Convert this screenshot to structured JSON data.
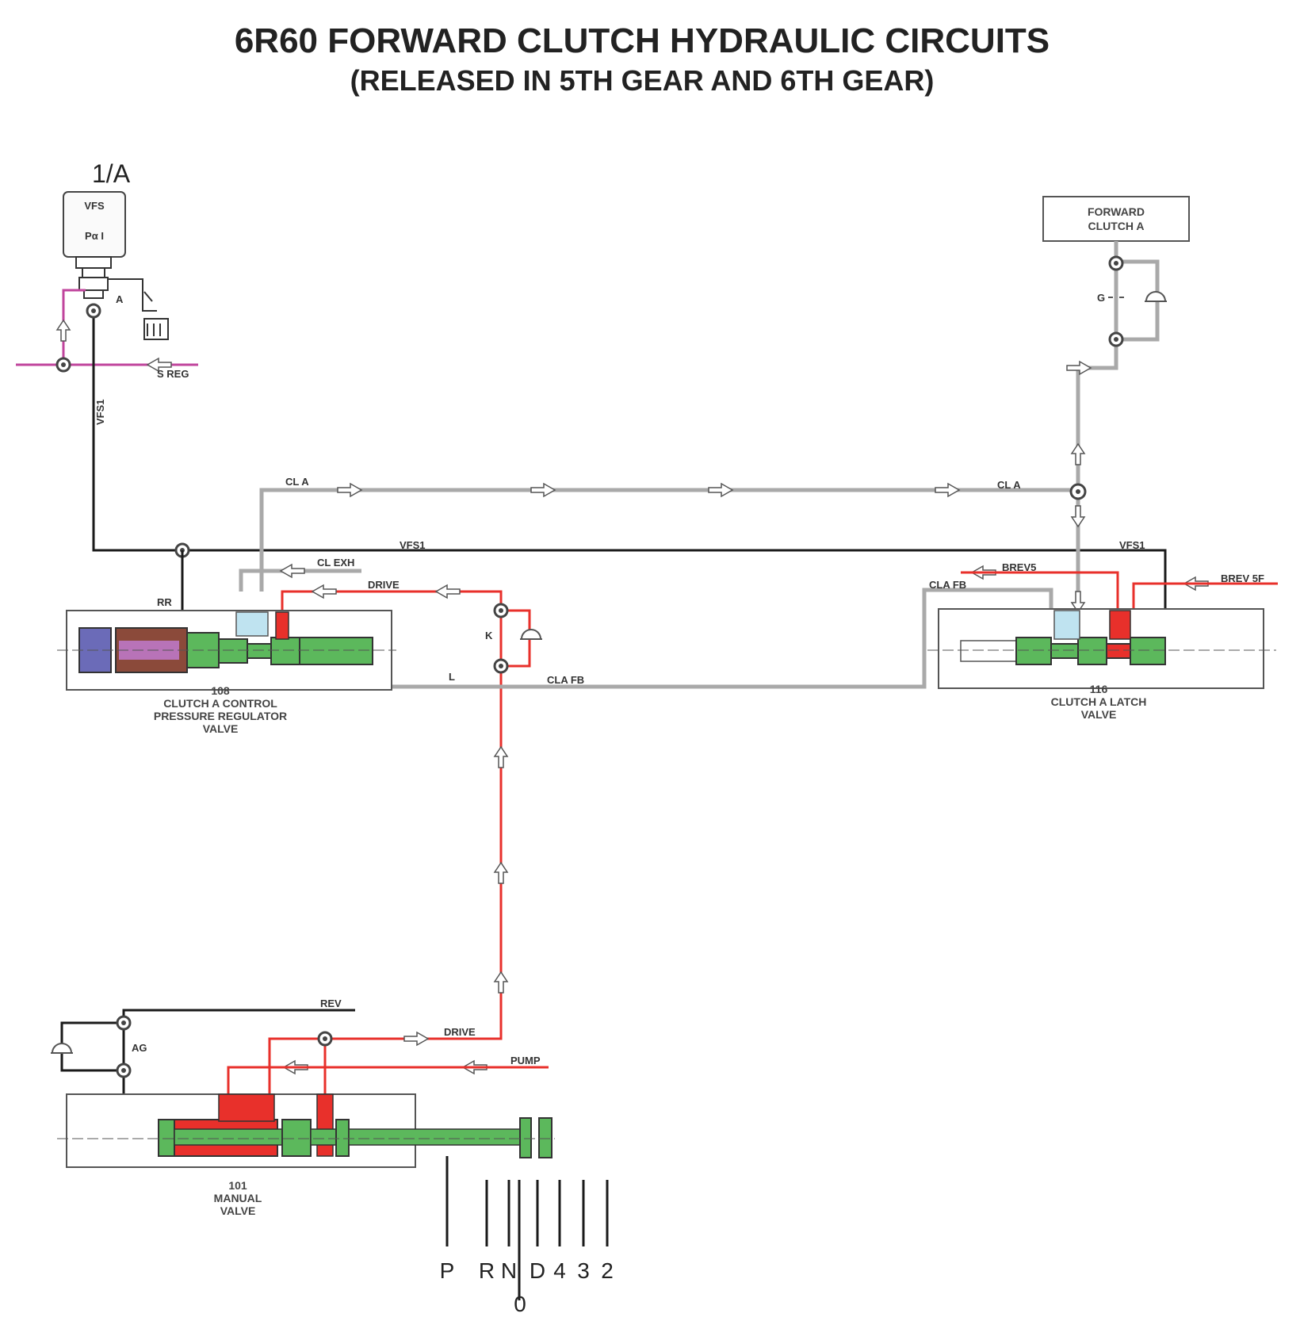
{
  "title": {
    "line1": "6R60 FORWARD CLUTCH HYDRAULIC CIRCUITS",
    "line2": "(RELEASED IN 5TH GEAR AND 6TH GEAR)"
  },
  "solenoid": {
    "id": "1/A",
    "name": "VFS",
    "formula": "Pα I",
    "exhaust_label": "A",
    "supply_label": "S REG",
    "output_label": "VFS1"
  },
  "forward_clutch": {
    "name_line1": "FORWARD",
    "name_line2": "CLUTCH A",
    "orifice_label": "G"
  },
  "lines": {
    "cla_left": "CL A",
    "cla_right": "CL A",
    "vfs1_mid": "VFS1",
    "vfs1_right": "VFS1",
    "cl_exh": "CL EXH",
    "drive_top": "DRIVE",
    "drive_bottom": "DRIVE",
    "cla_fb_bottom": "CLA FB",
    "cla_fb_right": "CLA FB",
    "brev5": "BREV5",
    "brev5f": "BREV 5F",
    "rev": "REV",
    "pump": "PUMP",
    "rr": "RR",
    "k_orifice": "K",
    "l_orifice": "L",
    "ag_orifice": "AG"
  },
  "valves": {
    "v108": {
      "number": "108",
      "line1": "CLUTCH A CONTROL",
      "line2": "PRESSURE REGULATOR",
      "line3": "VALVE"
    },
    "v116": {
      "number": "116",
      "line1": "CLUTCH A LATCH",
      "line2": "VALVE"
    },
    "v101": {
      "number": "101",
      "line1": "MANUAL",
      "line2": "VALVE"
    }
  },
  "gears": {
    "p": "P",
    "r": "R",
    "n": "N",
    "d": "D",
    "g4": "4",
    "g3": "3",
    "g2": "2",
    "zero": "0"
  },
  "colors": {
    "drive_red": "#e8302b",
    "sreg_magenta": "#c0449c",
    "cla_gray": "#a9a9a9",
    "vfs_black": "#1a1a1a",
    "spool_green": "#5cb85c",
    "spring_brown": "#8b4a3a",
    "plug_blue": "#6b6bb8",
    "exhaust_lightblue": "#bfe3f0"
  }
}
